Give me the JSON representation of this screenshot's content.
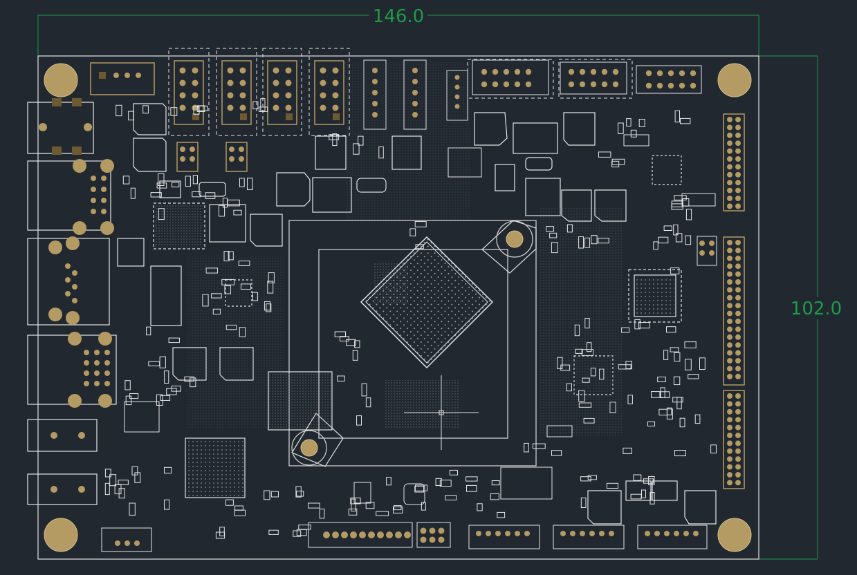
{
  "colors": {
    "background": "#212830",
    "silkscreen": "#e6e6e6",
    "copper": "#b49a63",
    "pad_fill": "#6e5a30",
    "dimension": "#1e9a4a"
  },
  "dimensions": {
    "width_label": "146.0",
    "height_label": "102.0"
  },
  "board": {
    "corner_mounting_holes": 4,
    "main_ic": "bga-processor",
    "crosshair": true
  }
}
